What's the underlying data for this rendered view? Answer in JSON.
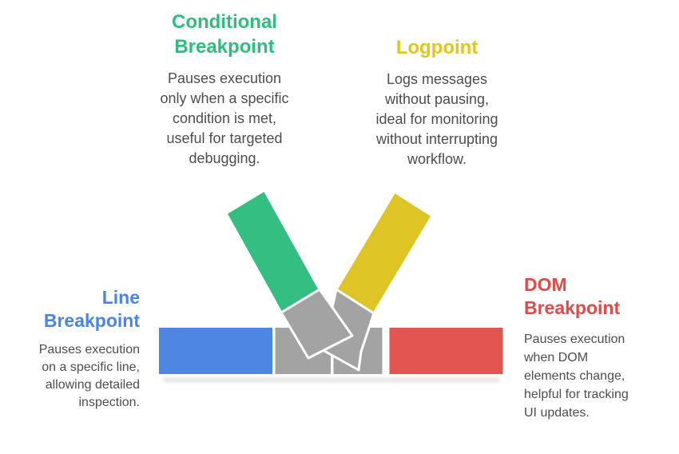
{
  "blocks": {
    "conditional": {
      "title": "Conditional\nBreakpoint",
      "title_color": "#2ebd7d",
      "body": "Pauses execution\nonly when a specific\ncondition is met,\nuseful for targeted\ndebugging."
    },
    "logpoint": {
      "title": "Logpoint",
      "title_color": "#e2c716",
      "body": "Logs messages\nwithout pausing,\nideal for monitoring\nwithout interrupting\nworkflow."
    },
    "line": {
      "title": "Line\nBreakpoint",
      "title_color": "#4785e8",
      "body": "Pauses execution\non a specific line,\nallowing detailed\ninspection."
    },
    "dom": {
      "title": "DOM\nBreakpoint",
      "title_color": "#e04b47",
      "body": "Pauses execution\nwhen DOM\nelements change,\nhelpful for tracking\nUI updates."
    }
  },
  "diagram": {
    "colors": {
      "blue": "#4e86e4",
      "green": "#35be82",
      "yellow": "#dfc426",
      "red": "#e35551",
      "gray": "#a3a3a3",
      "shadow": "#bdbdbd"
    }
  },
  "body_text_color": "#4d4d4d"
}
